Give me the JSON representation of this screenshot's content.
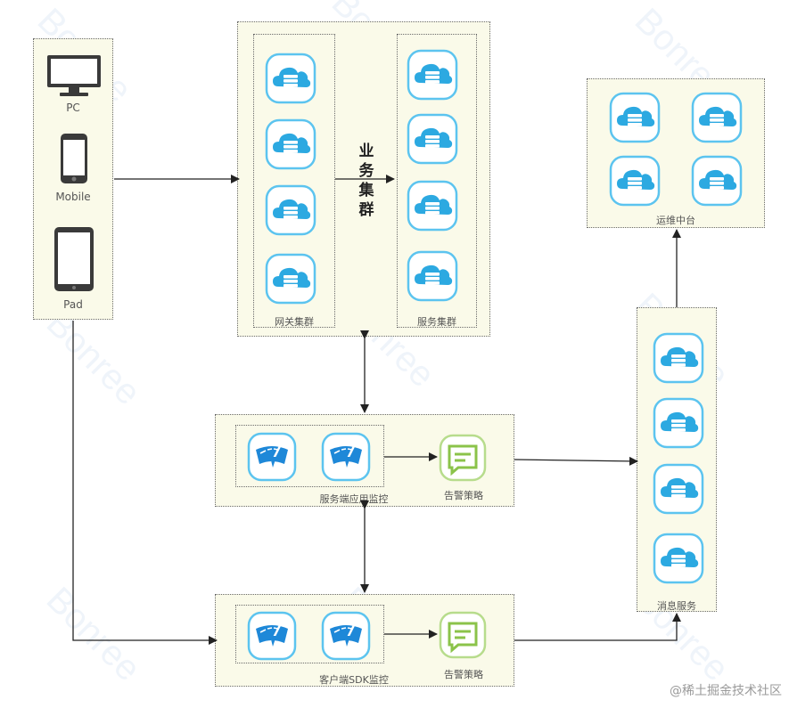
{
  "devices": {
    "pc_label": "PC",
    "mobile_label": "Mobile",
    "pad_label": "Pad"
  },
  "business_cluster": {
    "title_chars": [
      "业",
      "务",
      "集",
      "群"
    ],
    "gateway_label": "网关集群",
    "service_label": "服务集群"
  },
  "ops_platform": {
    "label": "运维中台"
  },
  "server_monitor": {
    "label": "服务端应用监控",
    "alert_label": "告警策略"
  },
  "client_monitor": {
    "label": "客户端SDK监控",
    "alert_label": "告警策略"
  },
  "message_service": {
    "label": "消息服务"
  },
  "watermark": "Bonree",
  "footer": "@稀土掘金技术社区",
  "colors": {
    "cloud_fill": "#2ca9e1",
    "tile_border": "#5cc4ef",
    "alert_green": "#8bc34a",
    "box_fill": "#fafae9"
  }
}
